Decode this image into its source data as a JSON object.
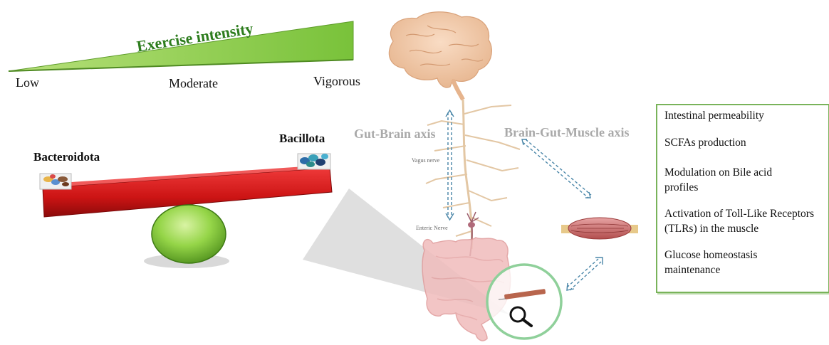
{
  "intensity": {
    "title": "Exercise intensity",
    "levels": [
      "Low",
      "Moderate",
      "Vigorous"
    ]
  },
  "seesaw": {
    "left_label": "Bacteroidota",
    "right_label": "Bacillota"
  },
  "axes": {
    "gut_brain": "Gut-Brain axis",
    "brain_gut_muscle": "Brain-Gut-Muscle axis",
    "vagus": "Vagus nerve",
    "enteric": "Enteric Nerve"
  },
  "effects": [
    "Intestinal permeability",
    "SCFAs production",
    "Modulation on Bile acid profiles",
    "Activation of Toll-Like Receptors (TLRs) in the muscle",
    "Glucose homeostasis maintenance"
  ],
  "colors": {
    "wedge_green": "#8dcf4d",
    "title_green": "#2e7d1e",
    "beam_red": "#d61f1f",
    "fulcrum_green": "#8fd44a",
    "axis_grey": "#a9a9a9",
    "arrow_blue": "#4a86a8",
    "box_border": "#79b35a"
  },
  "icons": [
    "brain-icon",
    "spinal-nerves-icon",
    "intestine-icon",
    "muscle-icon",
    "magnifier-icon",
    "bacteria-cluster-icon"
  ]
}
